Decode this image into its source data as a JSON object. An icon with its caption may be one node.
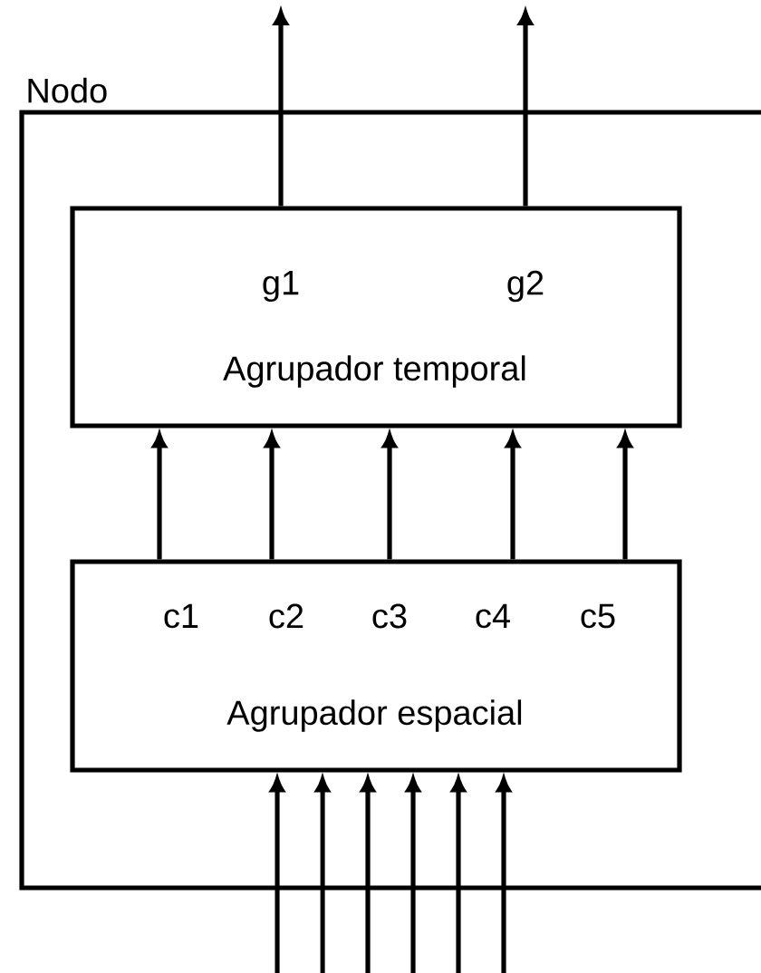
{
  "diagram": {
    "nodes": [
      {
        "text": [
          "Nodo"
        ]
      },
      {
        "text": [
          "g1",
          "g2",
          "Agrupador temporal"
        ],
        "in": 0
      },
      {
        "text": [
          "c1",
          "c2",
          "c3",
          "c4",
          "c5",
          "Agrupador espacial"
        ],
        "in": 0
      }
    ],
    "edges": [
      {
        "from": 1,
        "to": null,
        "arrow": "to"
      },
      {
        "from": 1,
        "to": null,
        "arrow": "to"
      },
      {
        "from": 2,
        "to": 1,
        "arrow": "to"
      },
      {
        "from": 2,
        "to": 1,
        "arrow": "to"
      },
      {
        "from": 2,
        "to": 1,
        "arrow": "to"
      },
      {
        "from": 2,
        "to": 1,
        "arrow": "to"
      },
      {
        "from": 2,
        "to": 1,
        "arrow": "to"
      },
      {
        "from": null,
        "to": 2,
        "arrow": "to"
      },
      {
        "from": null,
        "to": 2,
        "arrow": "to"
      },
      {
        "from": null,
        "to": 2,
        "arrow": "to"
      },
      {
        "from": null,
        "to": 2,
        "arrow": "to"
      },
      {
        "from": null,
        "to": 2,
        "arrow": "to"
      },
      {
        "from": null,
        "to": 2,
        "arrow": "to"
      }
    ]
  }
}
